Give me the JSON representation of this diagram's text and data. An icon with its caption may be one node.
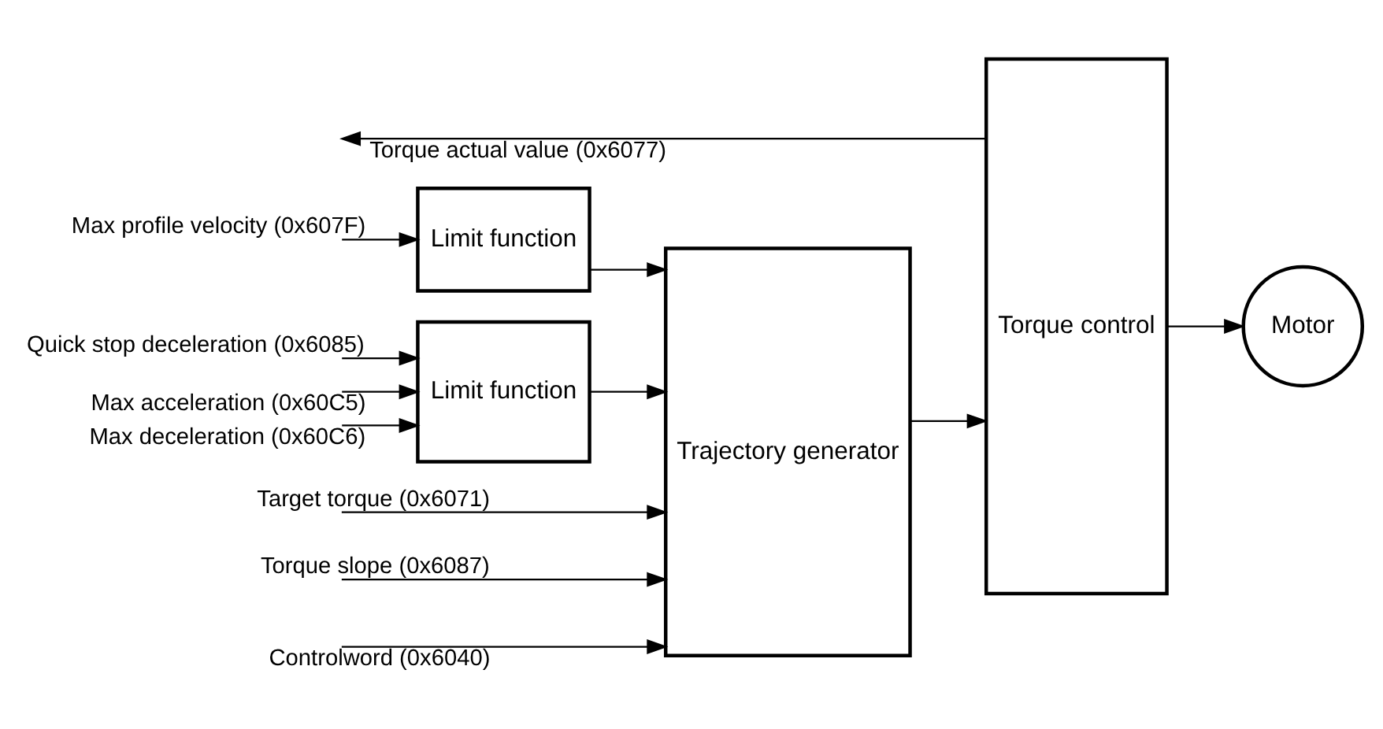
{
  "diagram": {
    "nodes": [
      {
        "text": [
          "Trajectory generator"
        ]
      },
      {
        "text": [
          "Torque control"
        ]
      },
      {
        "text": [
          "Limit function"
        ]
      },
      {
        "text": [
          "Limit function"
        ]
      },
      {
        "text": [
          "Motor"
        ]
      }
    ],
    "edges": [
      {
        "from": null,
        "to": 0,
        "arrow": "to",
        "label": "Target torque (0x6071)"
      },
      {
        "from": null,
        "to": 0,
        "arrow": "to",
        "label": "Torque slope (0x6087)"
      },
      {
        "from": null,
        "to": 0,
        "arrow": "to",
        "label": "Controlword (0x6040)"
      },
      {
        "from": null,
        "to": 2,
        "arrow": "to",
        "label": "Max profile velocity (0x607F)"
      },
      {
        "from": null,
        "to": 3,
        "arrow": "to",
        "label": "Quick stop deceleration (0x6085)"
      },
      {
        "from": null,
        "to": 3,
        "arrow": "to",
        "label": "Max acceleration (0x60C5)"
      },
      {
        "from": null,
        "to": 3,
        "arrow": "to",
        "label": "Max deceleration (0x60C6)"
      },
      {
        "from": 2,
        "to": 0,
        "arrow": "to"
      },
      {
        "from": 3,
        "to": 0,
        "arrow": "to"
      },
      {
        "from": 0,
        "to": 1,
        "arrow": "to"
      },
      {
        "from": 1,
        "to": 4,
        "arrow": "to"
      },
      {
        "from": 1,
        "to": null,
        "arrow": "to",
        "label": "Torque actual value (0x6077)"
      }
    ]
  }
}
